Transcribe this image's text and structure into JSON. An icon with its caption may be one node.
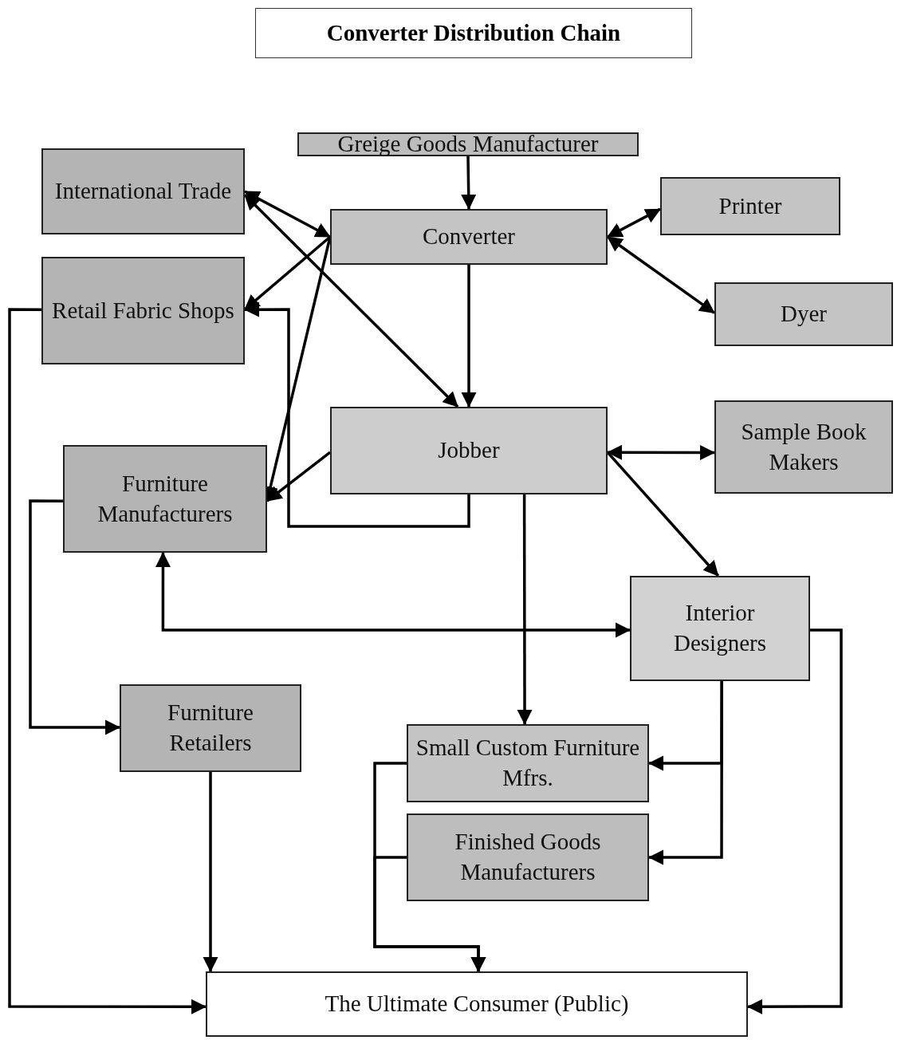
{
  "diagram": {
    "title": "Converter Distribution Chain",
    "nodes": [
      {
        "text": [
          "Greige Goods Manufacturer"
        ]
      },
      {
        "text": [
          "International Trade"
        ]
      },
      {
        "text": [
          "Converter"
        ]
      },
      {
        "text": [
          "Printer"
        ]
      },
      {
        "text": [
          "Retail Fabric Shops"
        ]
      },
      {
        "text": [
          "Dyer"
        ]
      },
      {
        "text": [
          "Jobber"
        ]
      },
      {
        "text": [
          "Sample Book Makers"
        ]
      },
      {
        "text": [
          "Furniture Manufacturers"
        ]
      },
      {
        "text": [
          "Interior Designers"
        ]
      },
      {
        "text": [
          "Furniture Retailers"
        ]
      },
      {
        "text": [
          "Small Custom Furniture Mfrs."
        ]
      },
      {
        "text": [
          "Finished Goods Manufacturers"
        ]
      },
      {
        "text": [
          "The Ultimate Consumer (Public)"
        ]
      }
    ],
    "edges": [
      {
        "from": 0,
        "to": 2,
        "arrow": "to"
      },
      {
        "from": 1,
        "to": 2,
        "arrow": "both"
      },
      {
        "from": 1,
        "to": 6,
        "arrow": "both"
      },
      {
        "from": 2,
        "to": 4,
        "arrow": "to"
      },
      {
        "from": 2,
        "to": 8,
        "arrow": "to"
      },
      {
        "from": 2,
        "to": 6,
        "arrow": "to"
      },
      {
        "from": 2,
        "to": 3,
        "arrow": "both"
      },
      {
        "from": 2,
        "to": 5,
        "arrow": "both"
      },
      {
        "from": 6,
        "to": 8,
        "arrow": "to"
      },
      {
        "from": 6,
        "to": 4,
        "arrow": "to"
      },
      {
        "from": 6,
        "to": 7,
        "arrow": "both"
      },
      {
        "from": 6,
        "to": 9,
        "arrow": "to"
      },
      {
        "from": 6,
        "to": 11,
        "arrow": "to"
      },
      {
        "from": 8,
        "to": 9,
        "arrow": "both"
      },
      {
        "from": 8,
        "to": 10,
        "arrow": "to"
      },
      {
        "from": 4,
        "to": 13,
        "arrow": "to"
      },
      {
        "from": 10,
        "to": 13,
        "arrow": "to"
      },
      {
        "from": 9,
        "to": 13,
        "arrow": "to"
      },
      {
        "from": 9,
        "to": 11,
        "arrow": "to"
      },
      {
        "from": 9,
        "to": 12,
        "arrow": "to"
      },
      {
        "from": 11,
        "to": 13,
        "arrow": "to"
      },
      {
        "from": 12,
        "to": 13,
        "arrow": "to"
      }
    ]
  }
}
